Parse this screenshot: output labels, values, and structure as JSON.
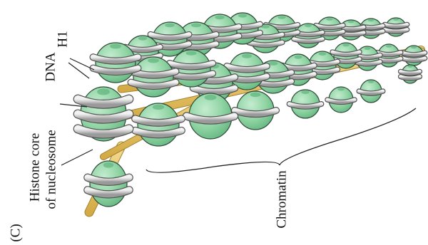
{
  "panel_letter": "(C)",
  "labels": {
    "h1": "H1",
    "dna": "DNA",
    "histone_core_line1": "Histone core",
    "histone_core_line2": "of nucleosome",
    "chromatin": "Chromatin"
  },
  "colors": {
    "histone_fill": "#8fd4a3",
    "histone_shade": "#5fb37e",
    "histone_outline": "#2f4a38",
    "dna_wrap": "#c9c9c9",
    "dna_wrap_outline": "#555555",
    "h1_linker": "#e8c46a",
    "h1_linker_outline": "#a0822e",
    "leader_line": "#222222"
  }
}
